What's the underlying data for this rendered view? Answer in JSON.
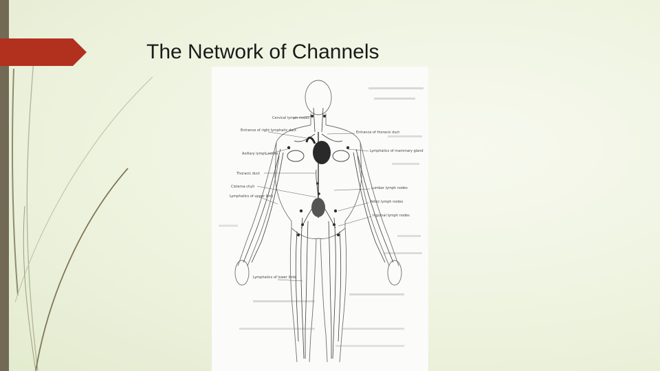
{
  "slide": {
    "title": "The Network of Channels",
    "colors": {
      "background": "#eef3df",
      "left_bar": "#726a55",
      "title_arrow": "#b2301e",
      "title_text": "#1a1a1a"
    }
  },
  "diagram": {
    "labels_left": [
      "Cervical lymph nodes",
      "Entrance of right lymphatic duct",
      "Axillary lymph nodes",
      "Thoracic duct",
      "Cisterna chyli",
      "Lymphatics of upper limb",
      "Lymphatics of lower limb"
    ],
    "labels_right": [
      "Entrance of thoracic duct",
      "Lymphatics of mammary gland",
      "Lumbar lymph nodes",
      "Pelvic lymph nodes",
      "Inguinal lymph nodes"
    ]
  }
}
